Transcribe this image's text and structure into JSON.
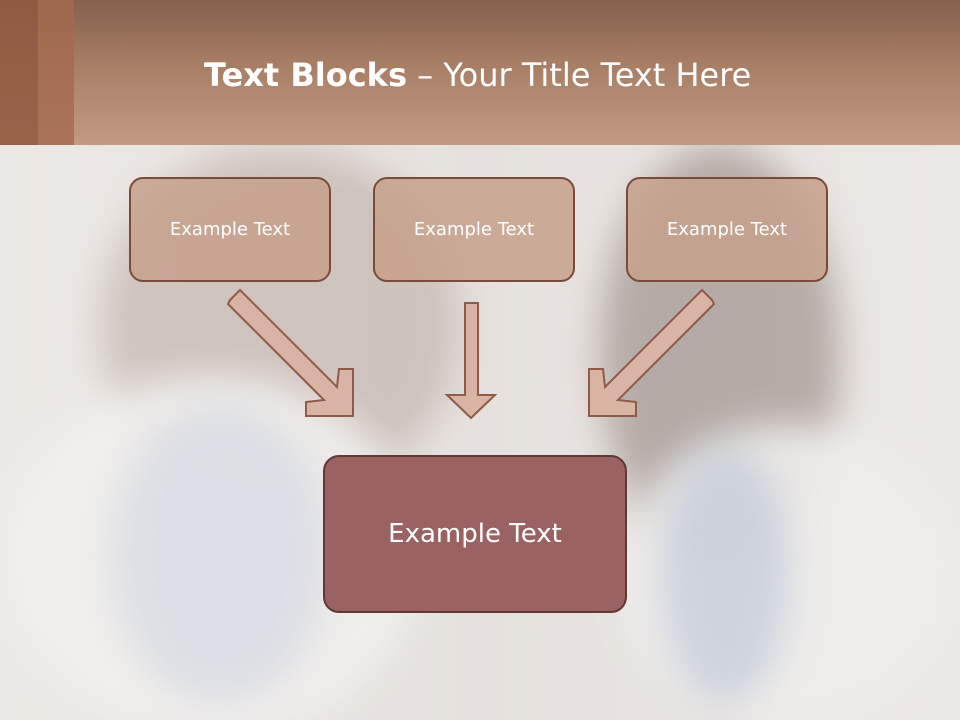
{
  "title": {
    "bold": "Text Blocks",
    "dash": " – ",
    "rest": "Your Title Text Here"
  },
  "blocks": [
    "Example Text",
    "Example Text",
    "Example Text"
  ],
  "main_block": "Example Text",
  "colors": {
    "header": "#a87e66",
    "box_fill": "#c7a08c",
    "box_border": "#7a4b3a",
    "main_fill": "#9a6262",
    "arrow_fill": "#d9b3a3",
    "arrow_stroke": "#8f5a48"
  }
}
